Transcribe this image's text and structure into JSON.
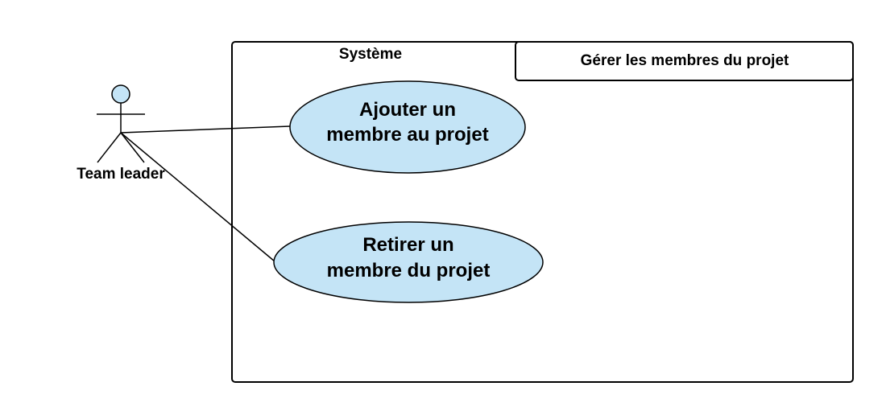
{
  "diagram": {
    "system": {
      "label": "Système"
    },
    "package": {
      "label": "Gérer les membres du projet"
    },
    "actor": {
      "name": "Team leader",
      "icon": "stick-figure-actor-icon"
    },
    "use_cases": [
      {
        "line1": "Ajouter un",
        "line2": "membre au projet"
      },
      {
        "line1": "Retirer un",
        "line2": "membre du projet"
      }
    ],
    "colors": {
      "use_case_fill": "#c4e4f6",
      "actor_head_fill": "#c4e4f6",
      "stroke": "#000000",
      "background": "#ffffff"
    }
  }
}
